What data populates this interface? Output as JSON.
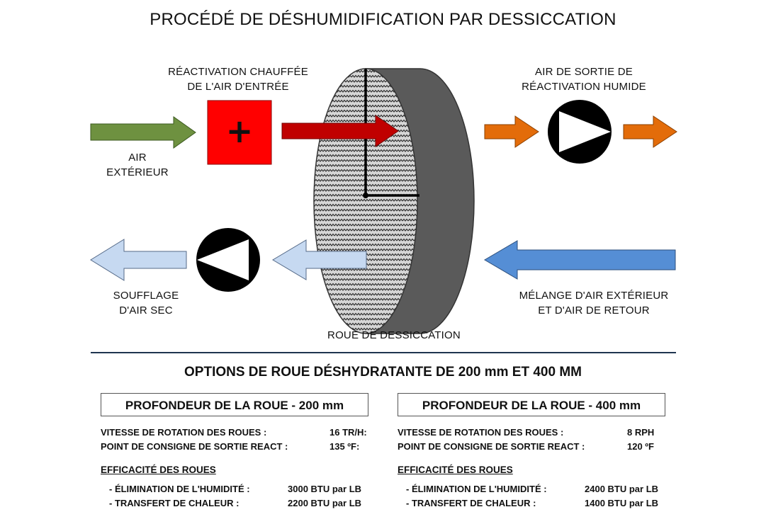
{
  "title": "PROCÉDÉ DE DÉSHUMIDIFICATION PAR DESSICCATION",
  "labels": {
    "reactivation_line1": "RÉACTIVATION CHAUFFÉE",
    "reactivation_line2": "DE L'AIR D'ENTRÉE",
    "outdoor_line1": "AIR",
    "outdoor_line2": "EXTÉRIEUR",
    "exhaust_line1": "AIR DE SORTIE DE",
    "exhaust_line2": "RÉACTIVATION HUMIDE",
    "supply_line1": "SOUFFLAGE",
    "supply_line2": "D'AIR SEC",
    "mix_line1": "MÉLANGE D'AIR EXTÉRIEUR",
    "mix_line2": "ET D'AIR DE RETOUR",
    "wheel": "ROUE DE DESSICCATION",
    "heater_symbol": "+"
  },
  "colors": {
    "outdoor_arrow": "#6e9140",
    "heater": "#ff0000",
    "heated_arrow": "#c00000",
    "exhaust_arrow": "#e36c0a",
    "dry_arrow": "#c6d9f1",
    "mix_arrow": "#558ed5",
    "wheel_side": "#5a5a5a",
    "divider": "#1f3550"
  },
  "options": {
    "heading": "OPTIONS DE ROUE DÉSHYDRATANTE DE 200 mm ET 400 MM",
    "columns": [
      {
        "header": "PROFONDEUR DE LA ROUE - 200 mm",
        "speed_label": "VITESSE DE ROTATION DES ROUES :",
        "speed_value": "16 TR/H:",
        "setpoint_label": "POINT DE CONSIGNE DE SORTIE REACT :",
        "setpoint_value": "135 ºF:",
        "efficiency_heading": "EFFICACITÉ DES ROUES",
        "moisture_label": "- ÉLIMINATION DE L'HUMIDITÉ :",
        "moisture_value": "3000 BTU par LB",
        "heat_label": "- TRANSFERT DE CHALEUR :",
        "heat_value": "2200 BTU par LB"
      },
      {
        "header": "PROFONDEUR DE LA ROUE - 400 mm",
        "speed_label": "VITESSE DE ROTATION DES ROUES :",
        "speed_value": "8 RPH",
        "setpoint_label": "POINT DE CONSIGNE DE SORTIE REACT :",
        "setpoint_value": "120 ºF",
        "efficiency_heading": "EFFICACITÉ DES ROUES",
        "moisture_label": "- ÉLIMINATION DE L'HUMIDITÉ :",
        "moisture_value": "2400 BTU par LB",
        "heat_label": "- TRANSFERT DE CHALEUR :",
        "heat_value": "1400 BTU par LB"
      }
    ]
  }
}
